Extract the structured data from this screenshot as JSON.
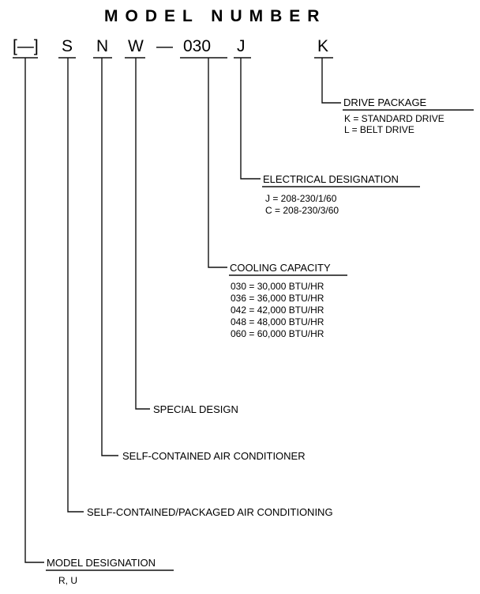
{
  "title": "MODEL NUMBER",
  "code_segments": [
    "[—]",
    "S",
    "N",
    "W",
    "—",
    "030",
    "J",
    "K"
  ],
  "fields": [
    {
      "label": "DRIVE PACKAGE",
      "options": [
        "K = STANDARD DRIVE",
        "L = BELT DRIVE"
      ]
    },
    {
      "label": "ELECTRICAL DESIGNATION",
      "options": [
        "J = 208-230/1/60",
        "C = 208-230/3/60"
      ]
    },
    {
      "label": "COOLING CAPACITY",
      "options": [
        "030 = 30,000 BTU/HR",
        "036 = 36,000 BTU/HR",
        "042 = 42,000 BTU/HR",
        "048 = 48,000 BTU/HR",
        "060 = 60,000 BTU/HR"
      ]
    },
    {
      "label": "SPECIAL DESIGN",
      "options": []
    },
    {
      "label": "SELF-CONTAINED AIR CONDITIONER",
      "options": []
    },
    {
      "label": "SELF-CONTAINED/PACKAGED AIR CONDITIONING",
      "options": []
    },
    {
      "label": "MODEL DESIGNATION",
      "options": [
        "R, U"
      ]
    }
  ]
}
